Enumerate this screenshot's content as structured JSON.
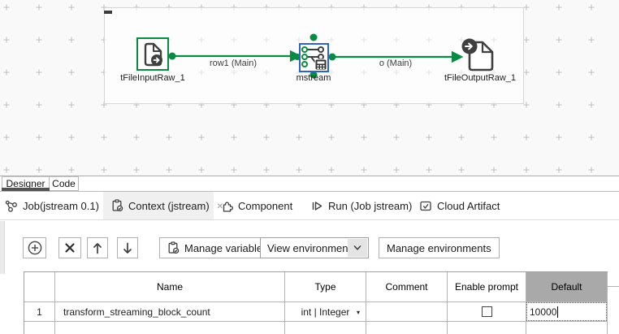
{
  "canvas": {
    "components": [
      {
        "id": "tFileInputRaw_1",
        "label": "tFileInputRaw_1",
        "icon": "file-input-raw-icon"
      },
      {
        "id": "mstream",
        "label": "mstream",
        "icon": "map-stream-icon"
      },
      {
        "id": "tFileOutputRaw_1",
        "label": "tFileOutputRaw_1",
        "icon": "file-output-raw-icon"
      }
    ],
    "connections": [
      {
        "label": "row1 (Main)"
      },
      {
        "label": "o (Main)"
      }
    ]
  },
  "editor_tabs": [
    {
      "label": "Designer",
      "active": true
    },
    {
      "label": "Code",
      "active": false
    }
  ],
  "view_tabs": [
    {
      "label": "Job(jstream 0.1)",
      "icon": "job-icon",
      "active": false
    },
    {
      "label": "Context (jstream)",
      "icon": "context-icon",
      "active": true,
      "close_label": "×"
    },
    {
      "label": "Component",
      "icon": "component-icon",
      "active": false
    },
    {
      "label": "Run (Job jstream)",
      "icon": "run-icon",
      "active": false
    },
    {
      "label": "Cloud Artifact",
      "icon": "cloud-artifact-icon",
      "active": false
    }
  ],
  "toolbar": {
    "add_icon": "plus-circle-icon",
    "remove_icon": "x-icon",
    "move_up_icon": "arrow-up-icon",
    "move_down_icon": "arrow-down-icon",
    "manage_variables_label": "Manage variables",
    "view_environments_value": "View environments",
    "manage_environments_label": "Manage environments"
  },
  "table": {
    "headers": {
      "name": "Name",
      "type": "Type",
      "comment": "Comment",
      "enable_prompt": "Enable prompt",
      "default": "Default"
    },
    "selected_column": "Default",
    "rows": [
      {
        "num": "1",
        "name": "transform_streaming_block_count",
        "type": "int | Integer",
        "comment": "",
        "enable_prompt_checked": false,
        "default": "10000",
        "default_editing": true
      }
    ]
  },
  "colors": {
    "talend_green": "#0b8a43",
    "selection_blue": "#2a66c2",
    "selected_header_gray": "#a9a9a9",
    "icon_gray": "#3f3f3f"
  }
}
